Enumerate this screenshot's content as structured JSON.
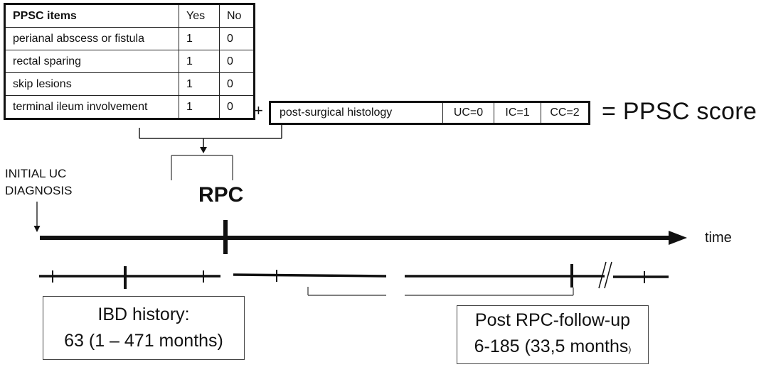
{
  "ppsc_table": {
    "header": {
      "item": "PPSC items",
      "yes": "Yes",
      "no": "No"
    },
    "rows": [
      {
        "item": "perianal abscess or fistula",
        "yes": "1",
        "no": "0"
      },
      {
        "item": "rectal sparing",
        "yes": "1",
        "no": "0"
      },
      {
        "item": "skip lesions",
        "yes": "1",
        "no": "0"
      },
      {
        "item": "terminal ileum involvement",
        "yes": "1",
        "no": "0"
      }
    ]
  },
  "operator_plus": "+",
  "histology": {
    "label": "post-surgical histology",
    "options": [
      "UC=0",
      "IC=1",
      "CC=2"
    ]
  },
  "score_label": "= PPSC score",
  "timeline": {
    "start_label_line1": "INITIAL UC",
    "start_label_line2": "DIAGNOSIS",
    "event_label": "RPC",
    "axis_label": "time"
  },
  "ibd_history": {
    "title": "IBD history:",
    "value": "63 (1 – 471 months)"
  },
  "follow_up": {
    "title": "Post RPC-follow-up",
    "value": "6-185 (33,5 months",
    "value_suffix": ")"
  }
}
